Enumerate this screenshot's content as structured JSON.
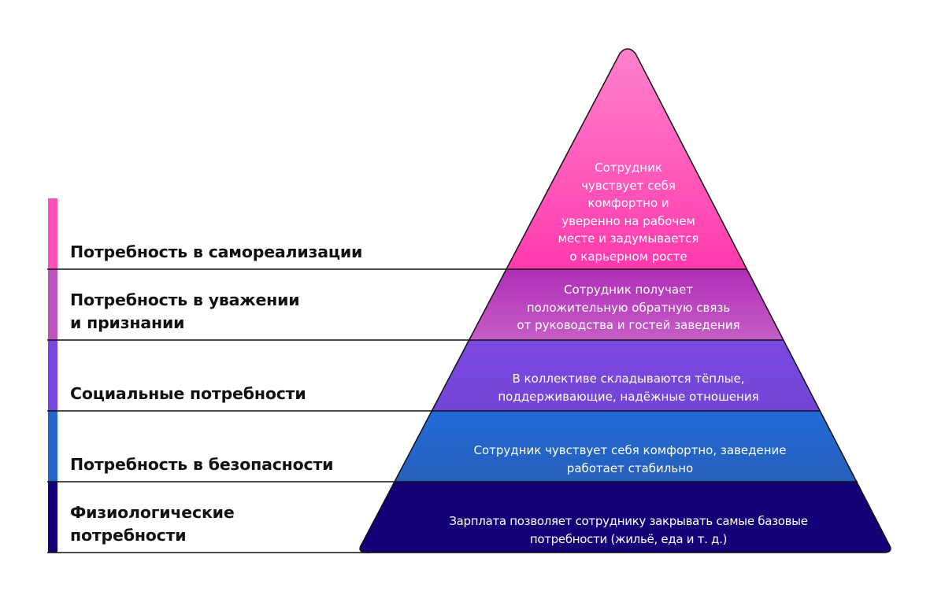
{
  "diagram": {
    "type": "pyramid",
    "title": "",
    "levels": [
      {
        "name": "Потребность в самореализации",
        "description": "Сотрудник чувствует себя комфортно и уверенно на рабочем месте и задумывается о карьерном росте",
        "color": "#FF4FB8"
      },
      {
        "name": "Потребность в уважении и признании",
        "description": "Сотрудник получает положительную обратную связь от руководства и гостей заведения",
        "color": "#BB55BD"
      },
      {
        "name": "Социальные потребности",
        "description": "В коллективе складываются тёплые, поддерживающие, надёжные отношения",
        "color": "#7747DD"
      },
      {
        "name": "Потребность в безопасности",
        "description": "Сотрудник чувствует себя комфортно, заведение работает стабильно",
        "color": "#2366CC"
      },
      {
        "name": "Физиологические потребности",
        "description": "Зарплата позволяет сотруднику закрывать самые базовые потребности (жильё, еда и т. д.)",
        "color": "#120177"
      }
    ]
  },
  "labels": {
    "self_actualization": "Потребность в самореализации",
    "esteem_line1": "Потребность в уважении",
    "esteem_line2": "и признании",
    "social": "Социальные потребности",
    "safety": "Потребность в безопасности",
    "physiological_line1": "Физиологические",
    "physiological_line2": "потребности"
  },
  "descriptions": {
    "self_actualization": [
      "Сотрудник",
      "чувствует себя",
      "комфортно и",
      "уверенно на рабочем",
      "месте и задумывается",
      "о карьерном росте"
    ],
    "esteem": [
      "Сотрудник получает",
      "положительную обратную связь",
      "от руководства и гостей заведения"
    ],
    "social": [
      "В коллективе складываются тёплые,",
      "поддерживающие, надёжные отношения"
    ],
    "safety": [
      "Сотрудник чувствует себя комфортно, заведение",
      "работает стабильно"
    ],
    "physiological": [
      "Зарплата позволяет сотруднику закрывать самые базовые",
      "потребности (жильё, еда и т. д.)"
    ]
  },
  "colors": {
    "self_actualization_top": "#FF7FCB",
    "self_actualization_bottom": "#FF3DAE",
    "esteem_top": "#B22FB8",
    "esteem_bottom": "#C45BC4",
    "social": "#7747DD",
    "safety_top": "#2168D6",
    "safety_bottom": "#2660BC",
    "physiological": "#120177",
    "divider": "#111111",
    "label_text": "#111111",
    "desc_text": "#FFFFFF"
  }
}
